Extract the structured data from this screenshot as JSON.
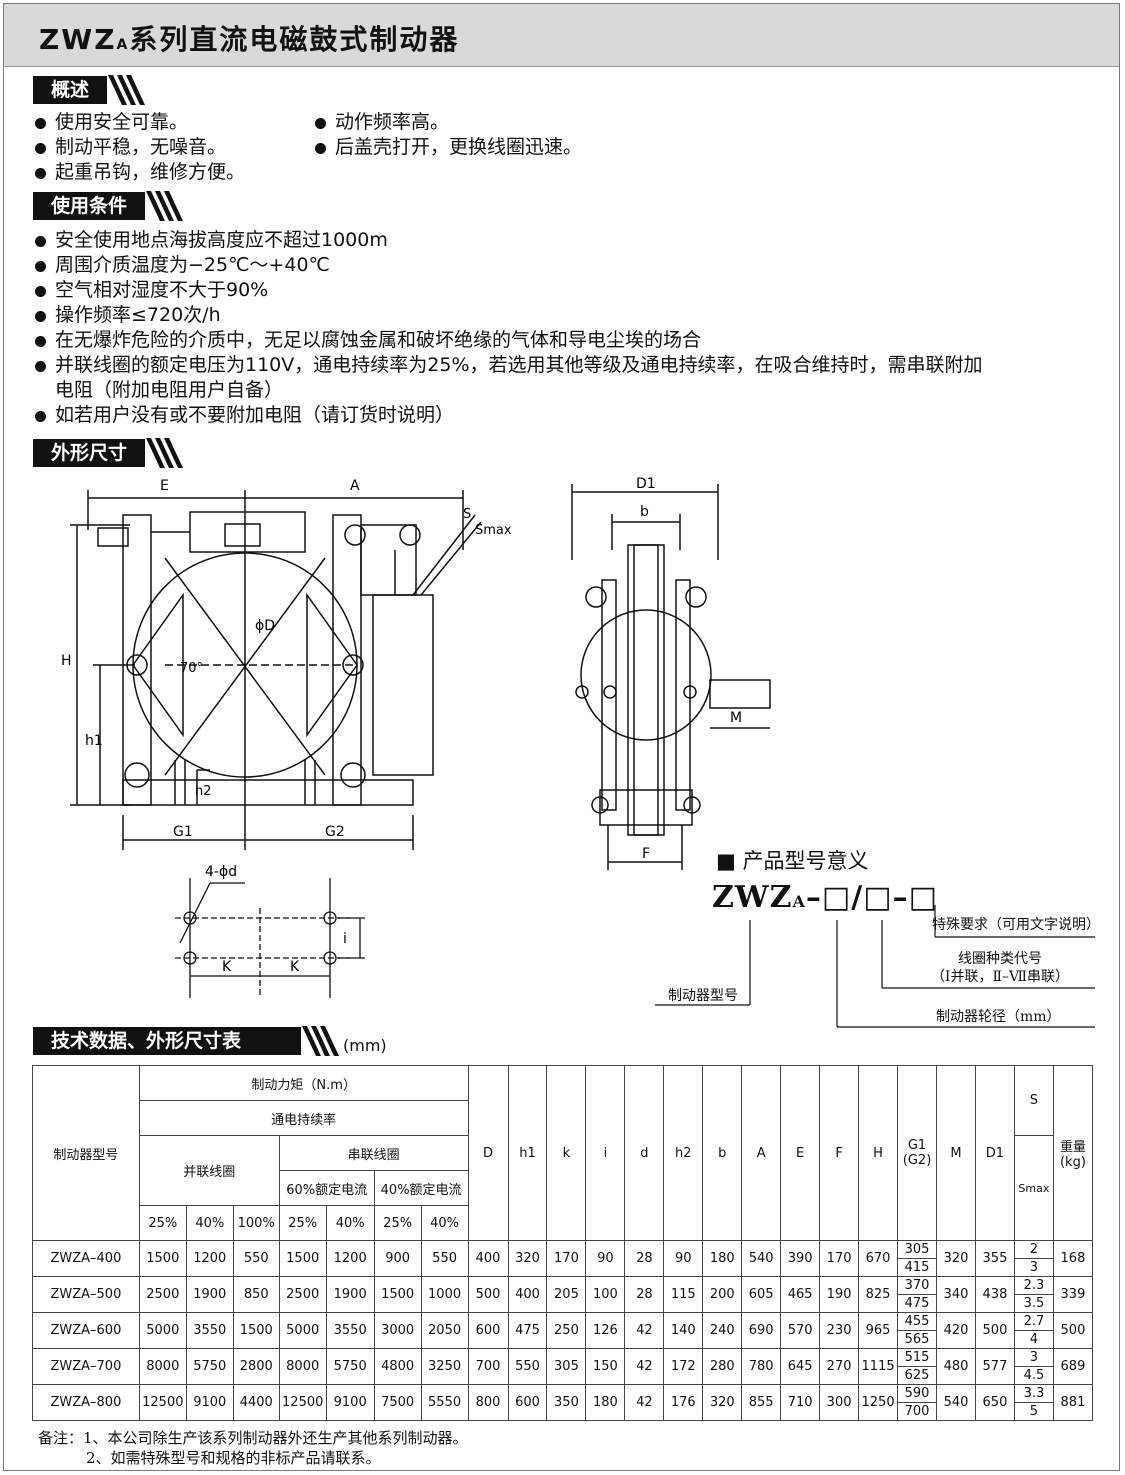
{
  "title": {
    "main": "ZWZ",
    "sub": "A",
    "rest": "系列直流电磁鼓式制动器"
  },
  "sections": {
    "overview": {
      "label": "概述",
      "col1": [
        "使用安全可靠。",
        "制动平稳，无噪音。",
        "起重吊钩，维修方便。"
      ],
      "col2": [
        "动作频率高。",
        "后盖壳打开，更换线圈迅速。"
      ]
    },
    "conditions": {
      "label": "使用条件",
      "items": [
        "安全使用地点海拔高度应不超过1000m",
        "周围介质温度为−25℃～+40℃",
        "空气相对湿度不大于90%",
        "操作频率≤720次/h",
        "在无爆炸危险的介质中，无足以腐蚀金属和破坏绝缘的气体和导电尘埃的场合",
        "并联线圈的额定电压为110V，通电持续率为25%，若选用其他等级及通电持续率，在吸合维持时，需串联附加",
        "电阻（附加电阻用户自备）",
        "如若用户没有或不要附加电阻（请订货时说明）"
      ]
    },
    "dimensions": {
      "label": "外形尺寸"
    },
    "tech": {
      "label": "技术数据、外形尺寸表",
      "unit": "(mm)"
    }
  },
  "drawing": {
    "labels": {
      "E": "E",
      "A": "A",
      "D1": "D1",
      "b": "b",
      "S": "S",
      "Smax": "Smax",
      "H": "H",
      "h1": "h1",
      "h2": "h2",
      "G1": "G1",
      "G2": "G2",
      "phiD": "ϕD",
      "angle": "70°",
      "M": "M",
      "F": "F",
      "hole": "4-ϕd",
      "K": "K",
      "i": "i"
    }
  },
  "model_meaning": {
    "heading": "■ 产品型号意义",
    "code_main": "ZWZ",
    "code_sub": "A",
    "code_rest": "–□/□–□",
    "special": "特殊要求（可用文字说明）",
    "coil_line1": "线圈种类代号",
    "coil_line2": "（Ⅰ并联，Ⅱ–Ⅶ串联）",
    "brake_model": "制动器型号",
    "wheel_diameter": "制动器轮径（mm）"
  },
  "table": {
    "h_model": "制动器型号",
    "h_torque": "制动力矩（N.m）",
    "h_duty": "通电持续率",
    "h_parallel": "并联线圈",
    "h_series": "串联线圈",
    "h_60": "60%额定电流",
    "h_40": "40%额定电流",
    "pct": [
      "25%",
      "40%",
      "100%",
      "25%",
      "40%",
      "25%",
      "40%"
    ],
    "cols": [
      "D",
      "h1",
      "k",
      "i",
      "d",
      "h2",
      "b",
      "A",
      "E",
      "F",
      "H"
    ],
    "h_g1": "G1",
    "h_g2": "(G2)",
    "h_m": "M",
    "h_d1": "D1",
    "h_s": "S",
    "h_smax": "Smax",
    "h_weight": "重量",
    "h_kg": "(kg)",
    "rows": [
      {
        "model": "ZWZA–400",
        "vals": [
          "1500",
          "1200",
          "550",
          "1500",
          "1200",
          "900",
          "550",
          "400",
          "320",
          "170",
          "90",
          "28",
          "90",
          "180",
          "540",
          "390",
          "170",
          "670"
        ],
        "g1": "305",
        "g2": "415",
        "m": "320",
        "d1": "355",
        "s": "2",
        "smax": "3",
        "w": "168"
      },
      {
        "model": "ZWZA–500",
        "vals": [
          "2500",
          "1900",
          "850",
          "2500",
          "1900",
          "1500",
          "1000",
          "500",
          "400",
          "205",
          "100",
          "28",
          "115",
          "200",
          "605",
          "465",
          "190",
          "825"
        ],
        "g1": "370",
        "g2": "475",
        "m": "340",
        "d1": "438",
        "s": "2.3",
        "smax": "3.5",
        "w": "339"
      },
      {
        "model": "ZWZA–600",
        "vals": [
          "5000",
          "3550",
          "1500",
          "5000",
          "3550",
          "3000",
          "2050",
          "600",
          "475",
          "250",
          "126",
          "42",
          "140",
          "240",
          "690",
          "570",
          "230",
          "965"
        ],
        "g1": "455",
        "g2": "565",
        "m": "420",
        "d1": "500",
        "s": "2.7",
        "smax": "4",
        "w": "500"
      },
      {
        "model": "ZWZA–700",
        "vals": [
          "8000",
          "5750",
          "2800",
          "8000",
          "5750",
          "4800",
          "3250",
          "700",
          "550",
          "305",
          "150",
          "42",
          "172",
          "280",
          "780",
          "645",
          "270",
          "1115"
        ],
        "g1": "515",
        "g2": "625",
        "m": "480",
        "d1": "577",
        "s": "3",
        "smax": "4.5",
        "w": "689"
      },
      {
        "model": "ZWZA–800",
        "vals": [
          "12500",
          "9100",
          "4400",
          "12500",
          "9100",
          "7500",
          "5550",
          "800",
          "600",
          "350",
          "180",
          "42",
          "176",
          "320",
          "855",
          "710",
          "300",
          "1250"
        ],
        "g1": "590",
        "g2": "700",
        "m": "540",
        "d1": "650",
        "s": "3.3",
        "smax": "5",
        "w": "881"
      }
    ]
  },
  "notes": [
    "备注：1、本公司除生产该系列制动器外还生产其他系列制动器。",
    "2、如需特殊型号和规格的非标产品请联系。"
  ]
}
